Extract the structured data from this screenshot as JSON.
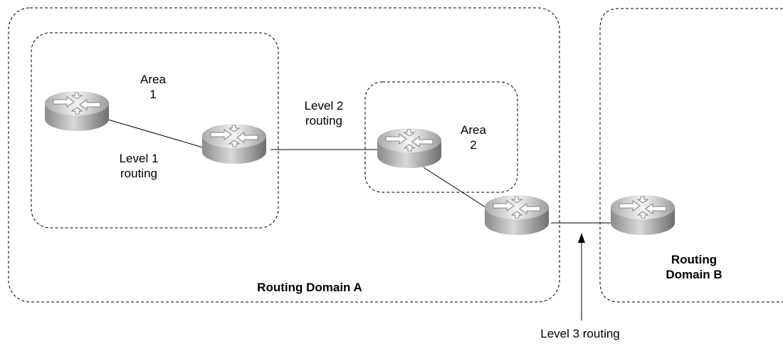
{
  "labels": {
    "area1": "Area\n1",
    "level1": "Level 1\nrouting",
    "level2": "Level 2\nrouting",
    "area2": "Area\n2",
    "domain_a": "Routing Domain A",
    "domain_b": "Routing\nDomain B",
    "level3": "Level 3 routing"
  },
  "icons": {
    "router": "router-icon"
  },
  "colors": {
    "outline": "#000000",
    "router_light": "#f4f4f4",
    "router_dark": "#6d6d6d"
  }
}
